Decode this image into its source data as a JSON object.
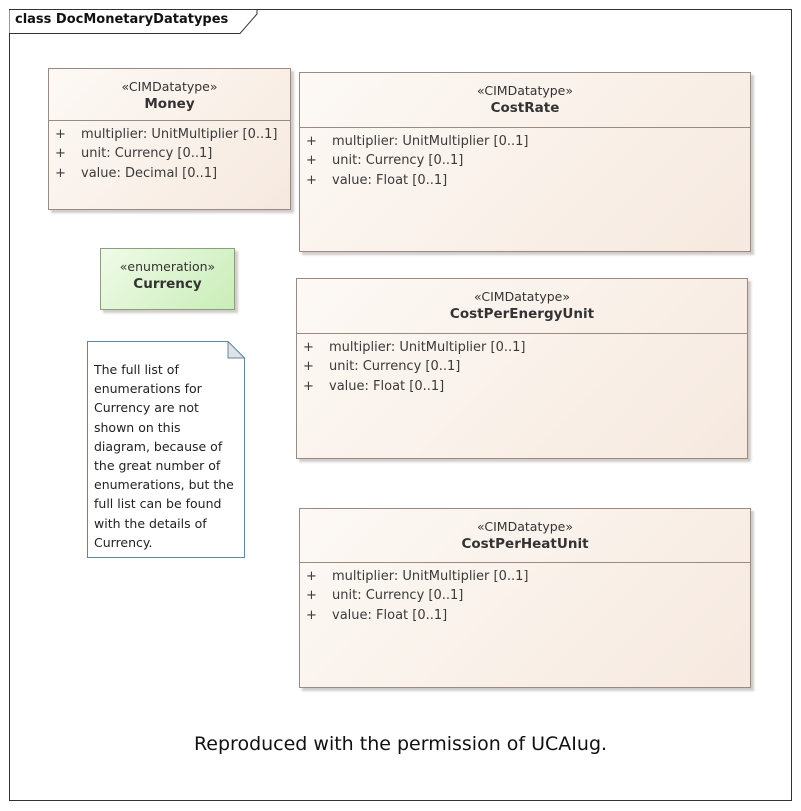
{
  "frame": {
    "title": "class DocMonetaryDatatypes"
  },
  "classes": [
    {
      "stereotype": "«CIMDatatype»",
      "name": "Money",
      "attributes": [
        {
          "vis": "+",
          "text": "multiplier: UnitMultiplier [0..1]"
        },
        {
          "vis": "+",
          "text": "unit: Currency [0..1]"
        },
        {
          "vis": "+",
          "text": "value: Decimal [0..1]"
        }
      ]
    },
    {
      "stereotype": "«CIMDatatype»",
      "name": "CostRate",
      "attributes": [
        {
          "vis": "+",
          "text": "multiplier: UnitMultiplier [0..1]"
        },
        {
          "vis": "+",
          "text": "unit: Currency [0..1]"
        },
        {
          "vis": "+",
          "text": "value: Float [0..1]"
        }
      ]
    },
    {
      "stereotype": "«CIMDatatype»",
      "name": "CostPerEnergyUnit",
      "attributes": [
        {
          "vis": "+",
          "text": "multiplier: UnitMultiplier [0..1]"
        },
        {
          "vis": "+",
          "text": "unit: Currency [0..1]"
        },
        {
          "vis": "+",
          "text": "value: Float [0..1]"
        }
      ]
    },
    {
      "stereotype": "«CIMDatatype»",
      "name": "CostPerHeatUnit",
      "attributes": [
        {
          "vis": "+",
          "text": "multiplier: UnitMultiplier [0..1]"
        },
        {
          "vis": "+",
          "text": "unit: Currency [0..1]"
        },
        {
          "vis": "+",
          "text": "value: Float [0..1]"
        }
      ]
    }
  ],
  "enumeration": {
    "stereotype": "«enumeration»",
    "name": "Currency"
  },
  "note": {
    "lines": [
      "The full list of",
      "enumerations for",
      "Currency are not",
      "shown on this",
      "diagram, because of",
      "the great number of",
      "enumerations, but the",
      "full list can be found",
      "with the details of",
      "Currency."
    ]
  },
  "footer": "Reproduced with the permission of UCAIug."
}
